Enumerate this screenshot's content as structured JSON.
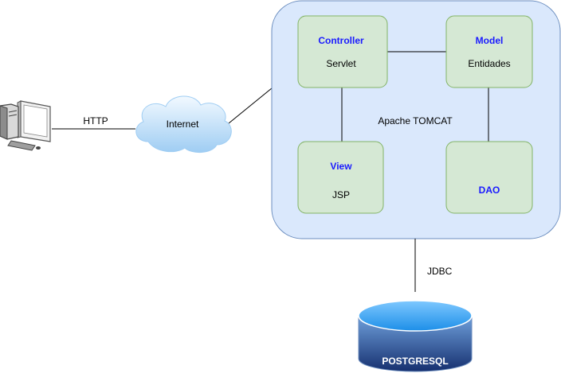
{
  "client": {
    "icon": "desktop-computer-icon"
  },
  "http_label": "HTTP",
  "internet": {
    "label": "Internet",
    "icon": "cloud-icon"
  },
  "server": {
    "label": "Apache TOMCAT"
  },
  "controller": {
    "title": "Controller",
    "subtitle": "Servlet"
  },
  "model": {
    "title": "Model",
    "subtitle": "Entidades"
  },
  "view": {
    "title": "View",
    "subtitle": "JSP"
  },
  "dao": {
    "title": "DAO"
  },
  "jdbc_label": "JDBC",
  "database": {
    "label": "POSTGRESQL",
    "icon": "database-cylinder-icon"
  },
  "colors": {
    "server_fill": "#dae8fc",
    "server_stroke": "#6c8ebf",
    "component_fill": "#d5e8d4",
    "component_stroke": "#82b366",
    "title_text": "#1a1aff",
    "cloud_light": "#e6f3ff",
    "cloud_dark": "#9fcdf3",
    "db_top": "#2e9cf0",
    "db_body": "#1e3a80"
  }
}
